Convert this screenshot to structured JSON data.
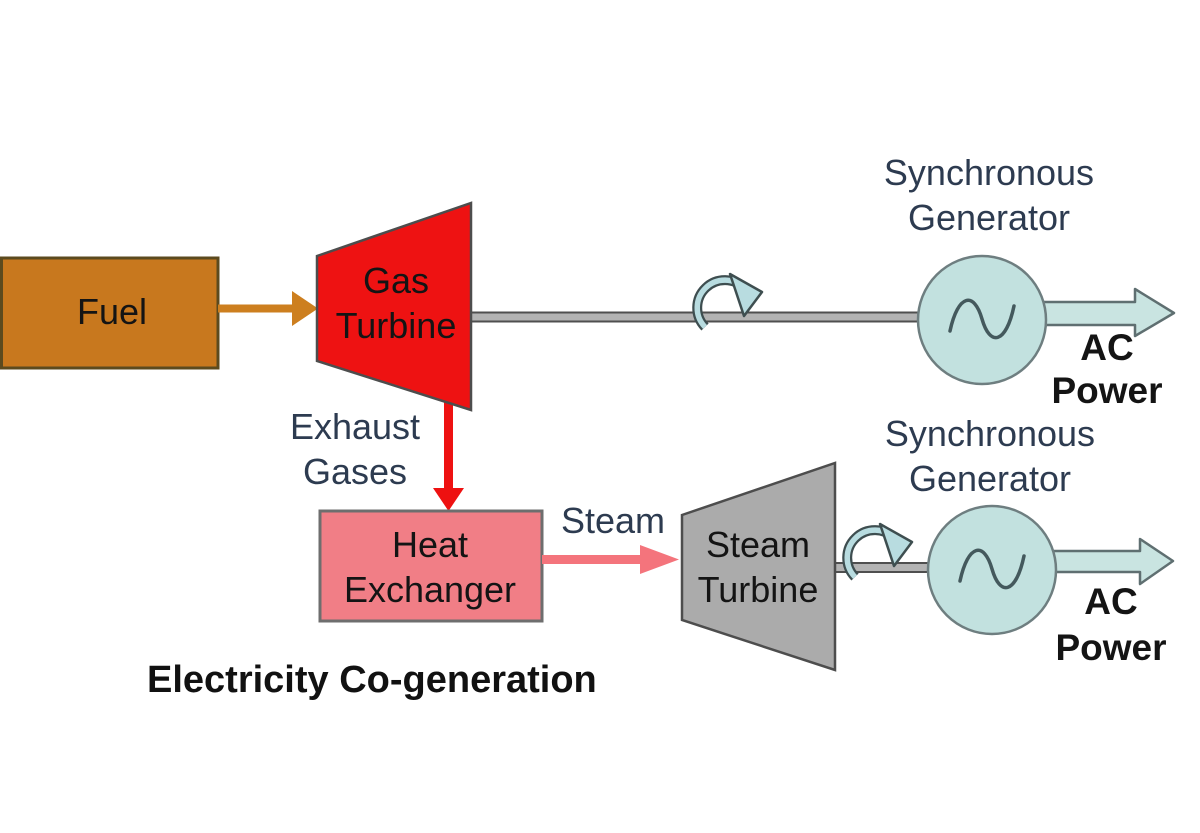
{
  "diagram": {
    "title": "Electricity Co-generation",
    "labels": {
      "fuel": "Fuel",
      "gas_turbine": [
        "Gas",
        "Turbine"
      ],
      "exhaust_gases": [
        "Exhaust",
        "Gases"
      ],
      "heat_exchanger": [
        "Heat",
        "Exchanger"
      ],
      "steam": "Steam",
      "steam_turbine": [
        "Steam",
        "Turbine"
      ],
      "sync_gen_top": [
        "Synchronous",
        "Generator"
      ],
      "sync_gen_bottom": [
        "Synchronous",
        "Generator"
      ],
      "ac_power_top": [
        "AC",
        "Power"
      ],
      "ac_power_bottom": [
        "AC",
        "Power"
      ]
    },
    "colors": {
      "fuel_fill": "#c8781e",
      "fuel_border": "#5c4a1e",
      "fuel_arrow": "#cd7f1f",
      "gas_turbine_fill": "#ee1212",
      "exhaust_arrow": "#ee1111",
      "heat_exchanger_fill": "#f17e86",
      "steam_arrow": "#f4747c",
      "steam_turbine_fill": "#ababab",
      "shaft_fill": "#b3b3b3",
      "generator_fill": "#c2e1df",
      "rotation_arrow_fill": "#b8dce0",
      "ac_arrow_fill": "#c9e4e1",
      "label_slate": "#2d3b50",
      "label_black": "#141414"
    }
  }
}
